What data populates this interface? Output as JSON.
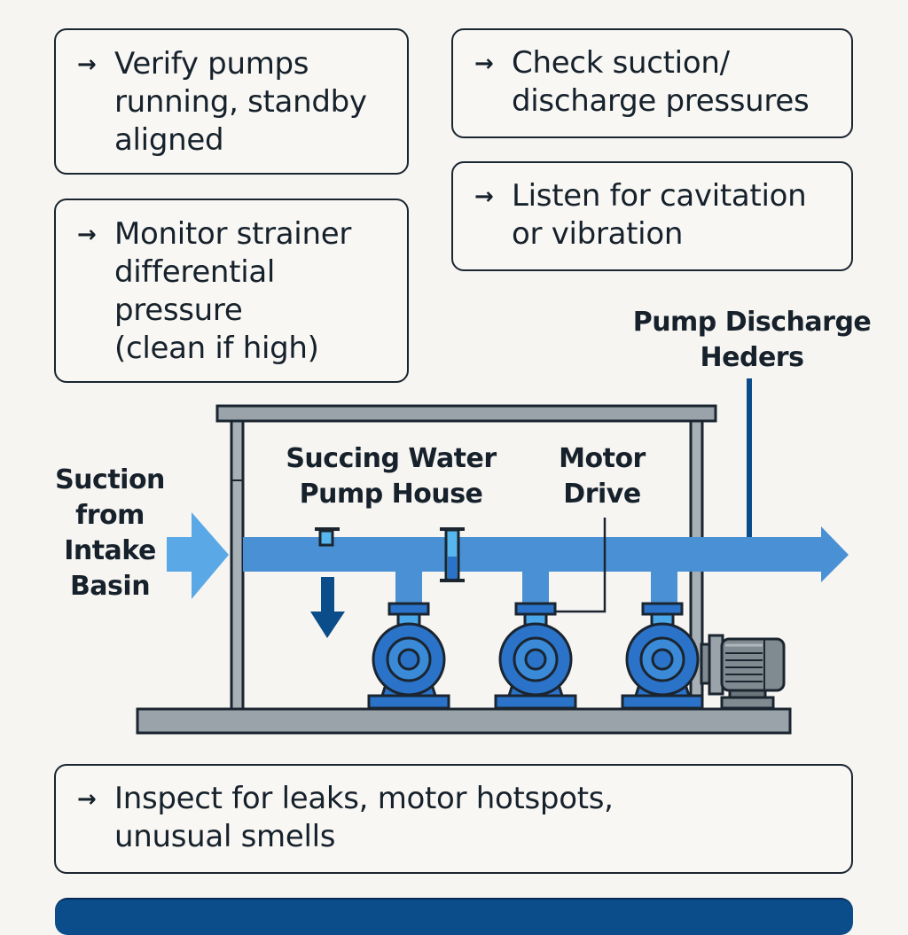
{
  "checklist": [
    {
      "arrow": "→",
      "text": "Verify pumps\nrunning, standby\naligned"
    },
    {
      "arrow": "→",
      "text": "Check suction/\ndischarge pressures"
    },
    {
      "arrow": "→",
      "text": "Listen for cavitation\nor vibration"
    },
    {
      "arrow": "→",
      "text": "Monitor strainer\ndifferential\npressure\n(clean if high)"
    },
    {
      "arrow": "→",
      "text": "Inspect for leaks, motor hotspots,\nunusual smells"
    }
  ],
  "diagram": {
    "labels": {
      "suction": "Suction\nfrom\nIntake\nBasin",
      "pump_house": "Succing Water\nPump House",
      "motor_drive": "Motor\nDrive",
      "discharge": "Pump Discharge\nHeders"
    },
    "pump_count": 3,
    "colors": {
      "pipe": "#4a90d4",
      "inlet_arrow": "#5aa9e6",
      "pump_body": "#2a73c9",
      "pump_inner": "#3a8ad8",
      "drain_arrow": "#0b4d8a",
      "frame": "#9aa3a9",
      "motor": "#808a91",
      "outline": "#1b2530",
      "discharge_line": "#0b4d8a",
      "banner": "#0b4d8a"
    }
  }
}
